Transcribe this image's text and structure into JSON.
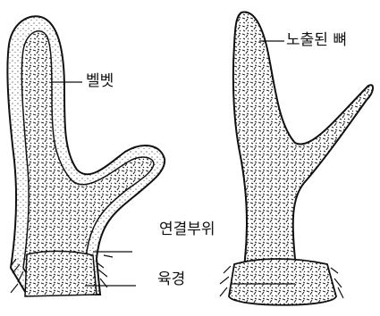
{
  "labels": {
    "velvet": "벨벳",
    "exposed_bone": "노출된 뼈",
    "junction": "연결부위",
    "pedicle": "육경"
  },
  "colors": {
    "ink": "#111111",
    "background": "#ffffff"
  }
}
